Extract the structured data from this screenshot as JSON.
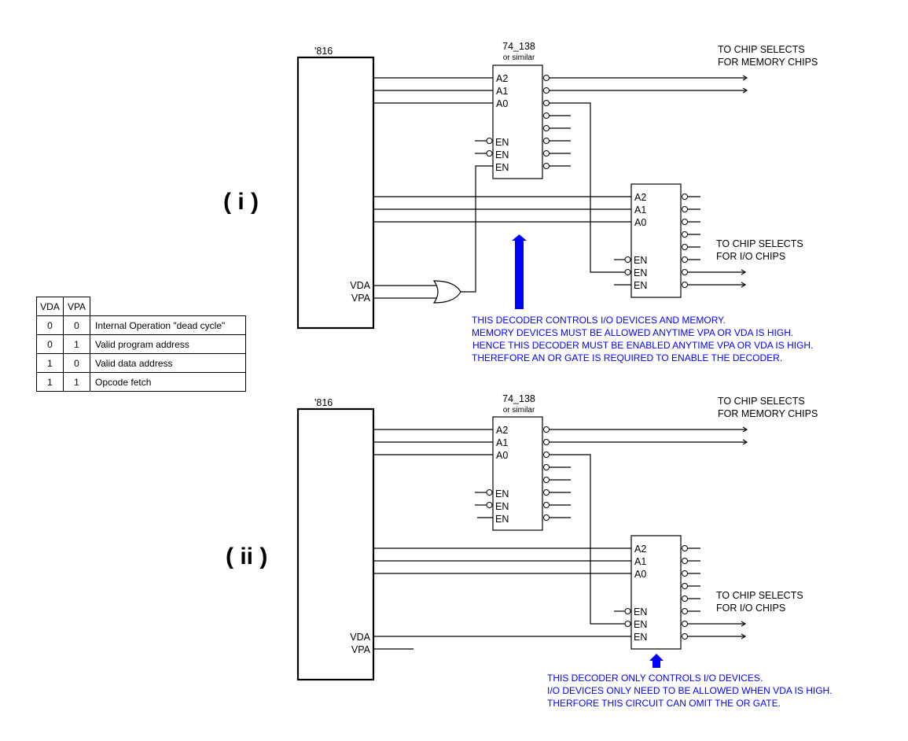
{
  "colors": {
    "annotation": "#0000ff",
    "line": "#000000",
    "background": "#ffffff"
  },
  "truth_table": {
    "headers": [
      "VDA",
      "VPA"
    ],
    "rows": [
      {
        "vda": "0",
        "vpa": "0",
        "desc": "Internal Operation \"dead cycle\""
      },
      {
        "vda": "0",
        "vpa": "1",
        "desc": "Valid program address"
      },
      {
        "vda": "1",
        "vpa": "0",
        "desc": "Valid data address"
      },
      {
        "vda": "1",
        "vpa": "1",
        "desc": "Opcode fetch"
      }
    ]
  },
  "circuits": [
    {
      "label": "( i )",
      "cpu_label": "'816",
      "cpu_pins": [
        "VDA",
        "VPA"
      ],
      "mem_decoder": {
        "title": "74_138",
        "subtitle": "or similar",
        "inputs": [
          "A2",
          "A1",
          "A0"
        ],
        "enables": [
          "EN",
          "EN",
          "EN"
        ]
      },
      "io_decoder": {
        "inputs": [
          "A2",
          "A1",
          "A0"
        ],
        "enables": [
          "EN",
          "EN",
          "EN"
        ]
      },
      "mem_note": [
        "TO CHIP SELECTS",
        "FOR MEMORY CHIPS"
      ],
      "io_note": [
        "TO CHIP SELECTS",
        "FOR I/O CHIPS"
      ],
      "gate": "OR",
      "annotation": [
        "THIS DECODER CONTROLS I/O DEVICES AND MEMORY.",
        "MEMORY DEVICES MUST BE ALLOWED ANYTIME VPA OR VDA IS HIGH.",
        "HENCE THIS DECODER MUST BE ENABLED ANYTIME VPA OR VDA IS HIGH.",
        "THEREFORE AN OR GATE IS REQUIRED TO ENABLE THE DECODER."
      ]
    },
    {
      "label": "( ii )",
      "cpu_label": "'816",
      "cpu_pins": [
        "VDA",
        "VPA"
      ],
      "mem_decoder": {
        "title": "74_138",
        "subtitle": "or similar",
        "inputs": [
          "A2",
          "A1",
          "A0"
        ],
        "enables": [
          "EN",
          "EN",
          "EN"
        ]
      },
      "io_decoder": {
        "inputs": [
          "A2",
          "A1",
          "A0"
        ],
        "enables": [
          "EN",
          "EN",
          "EN"
        ]
      },
      "mem_note": [
        "TO CHIP SELECTS",
        "FOR MEMORY CHIPS"
      ],
      "io_note": [
        "TO CHIP SELECTS",
        "FOR I/O CHIPS"
      ],
      "gate": "none",
      "annotation": [
        "THIS DECODER ONLY CONTROLS I/O DEVICES.",
        "I/O DEVICES ONLY NEED TO BE ALLOWED WHEN VDA IS HIGH.",
        "THERFORE THIS CIRCUIT CAN OMIT THE OR GATE."
      ]
    }
  ]
}
